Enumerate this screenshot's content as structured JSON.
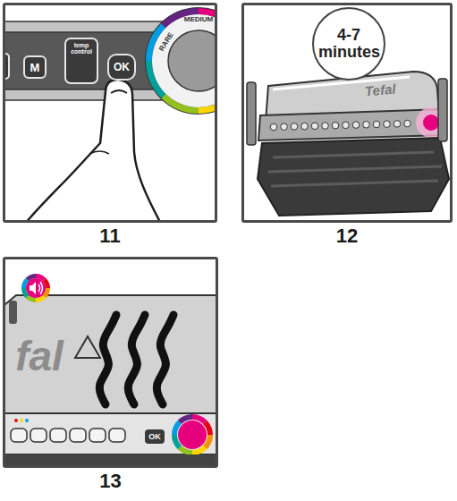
{
  "diagram": {
    "nodes": [
      {
        "text": [
          "11"
        ]
      },
      {
        "text": [
          "M"
        ],
        "in": 0
      },
      {
        "text": [
          "temp control"
        ],
        "in": 0
      },
      {
        "text": [
          "OK"
        ],
        "in": 0
      },
      {
        "text": [
          "12"
        ]
      },
      {
        "text": [
          "4-7 minutes"
        ],
        "in": 4
      },
      {
        "text": [
          "13"
        ]
      },
      {
        "text": [
          "OK"
        ],
        "in": 6
      }
    ],
    "labels": [
      "RARE",
      "MEDIUM",
      "Tefal",
      "fal"
    ]
  }
}
